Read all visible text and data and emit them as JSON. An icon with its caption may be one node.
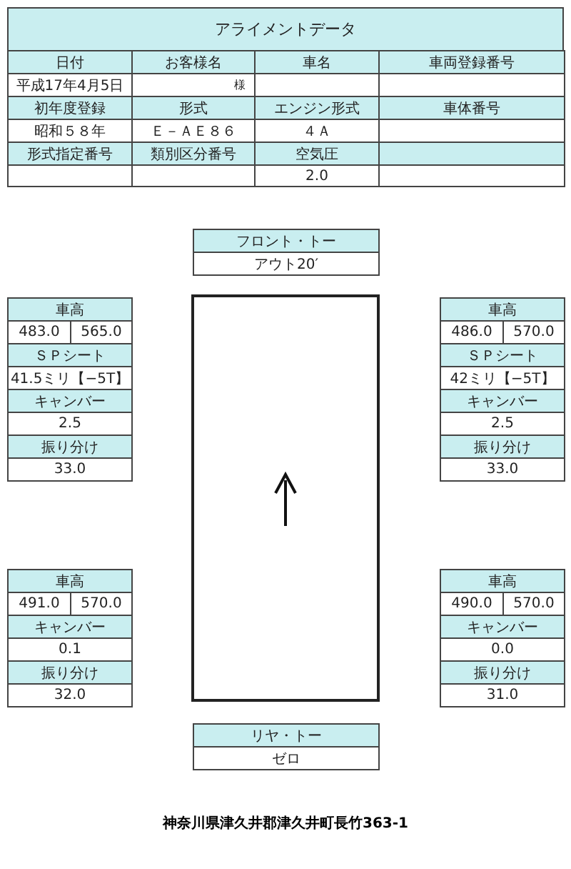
{
  "diagram": {
    "title": "アライメントデータ",
    "nodes": [
      {
        "text": [
          "フロント・トー",
          "アウト20′"
        ]
      },
      {
        "text": [
          "車高",
          "483.0",
          "565.0",
          "ＳＰシート",
          "41.5ミリ【−5T】",
          "キャンバー",
          "2.5",
          "振り分け",
          "33.0"
        ]
      },
      {
        "text": [
          "車高",
          "486.0",
          "570.0",
          "ＳＰシート",
          "42ミリ【−5T】",
          "キャンバー",
          "2.5",
          "振り分け",
          "33.0"
        ]
      },
      {
        "text": [
          "車高",
          "491.0",
          "570.0",
          "キャンバー",
          "0.1",
          "振り分け",
          "32.0"
        ]
      },
      {
        "text": [
          "車高",
          "490.0",
          "570.0",
          "キャンバー",
          "0.0",
          "振り分け",
          "31.0"
        ]
      },
      {
        "text": [
          "リヤ・トー",
          "ゼロ"
        ]
      }
    ],
    "labels": [
      "日付",
      "お客様名",
      "車名",
      "車両登録番号",
      "平成17年4月5日",
      "様",
      "初年度登録",
      "形式",
      "エンジン形式",
      "車体番号",
      "昭和５８年",
      "Ｅ－ＡＥ８６",
      "４Ａ",
      "形式指定番号",
      "類別区分番号",
      "空気圧",
      "2.0",
      "神奈川県津久井郡津久井町長竹363-1"
    ]
  }
}
